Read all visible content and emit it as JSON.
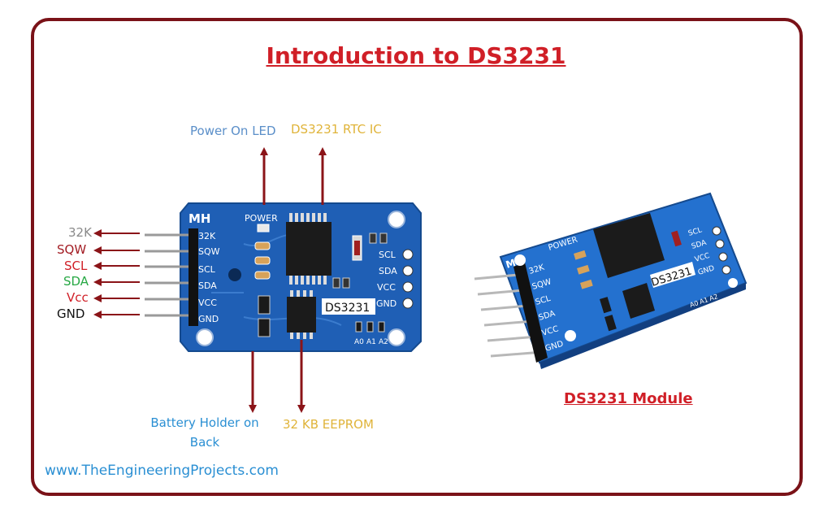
{
  "title": "Introduction to DS3231",
  "labels": {
    "power_led": "Power On LED",
    "rtc_ic": "DS3231 RTC IC",
    "battery_holder_line1": "Battery Holder on",
    "battery_holder_line2": "Back",
    "eeprom": "32 KB EEPROM"
  },
  "pins": [
    {
      "label": "32K",
      "color": "#8a8a8a"
    },
    {
      "label": "SQW",
      "color": "#a31d24"
    },
    {
      "label": "SCL",
      "color": "#d01f27"
    },
    {
      "label": "SDA",
      "color": "#27a844"
    },
    {
      "label": "Vcc",
      "color": "#d01f27"
    },
    {
      "label": "GND",
      "color": "#111111"
    }
  ],
  "board": {
    "maker": "MH",
    "power_text": "POWER",
    "chip_label": "DS3231",
    "left_pins": [
      "32K",
      "SQW",
      "SCL",
      "SDA",
      "VCC",
      "GND"
    ],
    "right_pins": [
      "SCL",
      "SDA",
      "VCC",
      "GND"
    ],
    "address_pins": [
      "A0",
      "A1",
      "A2"
    ]
  },
  "module_caption": "DS3231 Module",
  "website": "www.TheEngineeringProjects.com",
  "colors": {
    "frame": "#7a1218",
    "title": "#d01f27",
    "arrow": "#8b1418",
    "pcb": "#1f5fb5",
    "label_blue": "#5b8fc9",
    "label_gold": "#e0b43a",
    "website": "#2a8fd3"
  }
}
